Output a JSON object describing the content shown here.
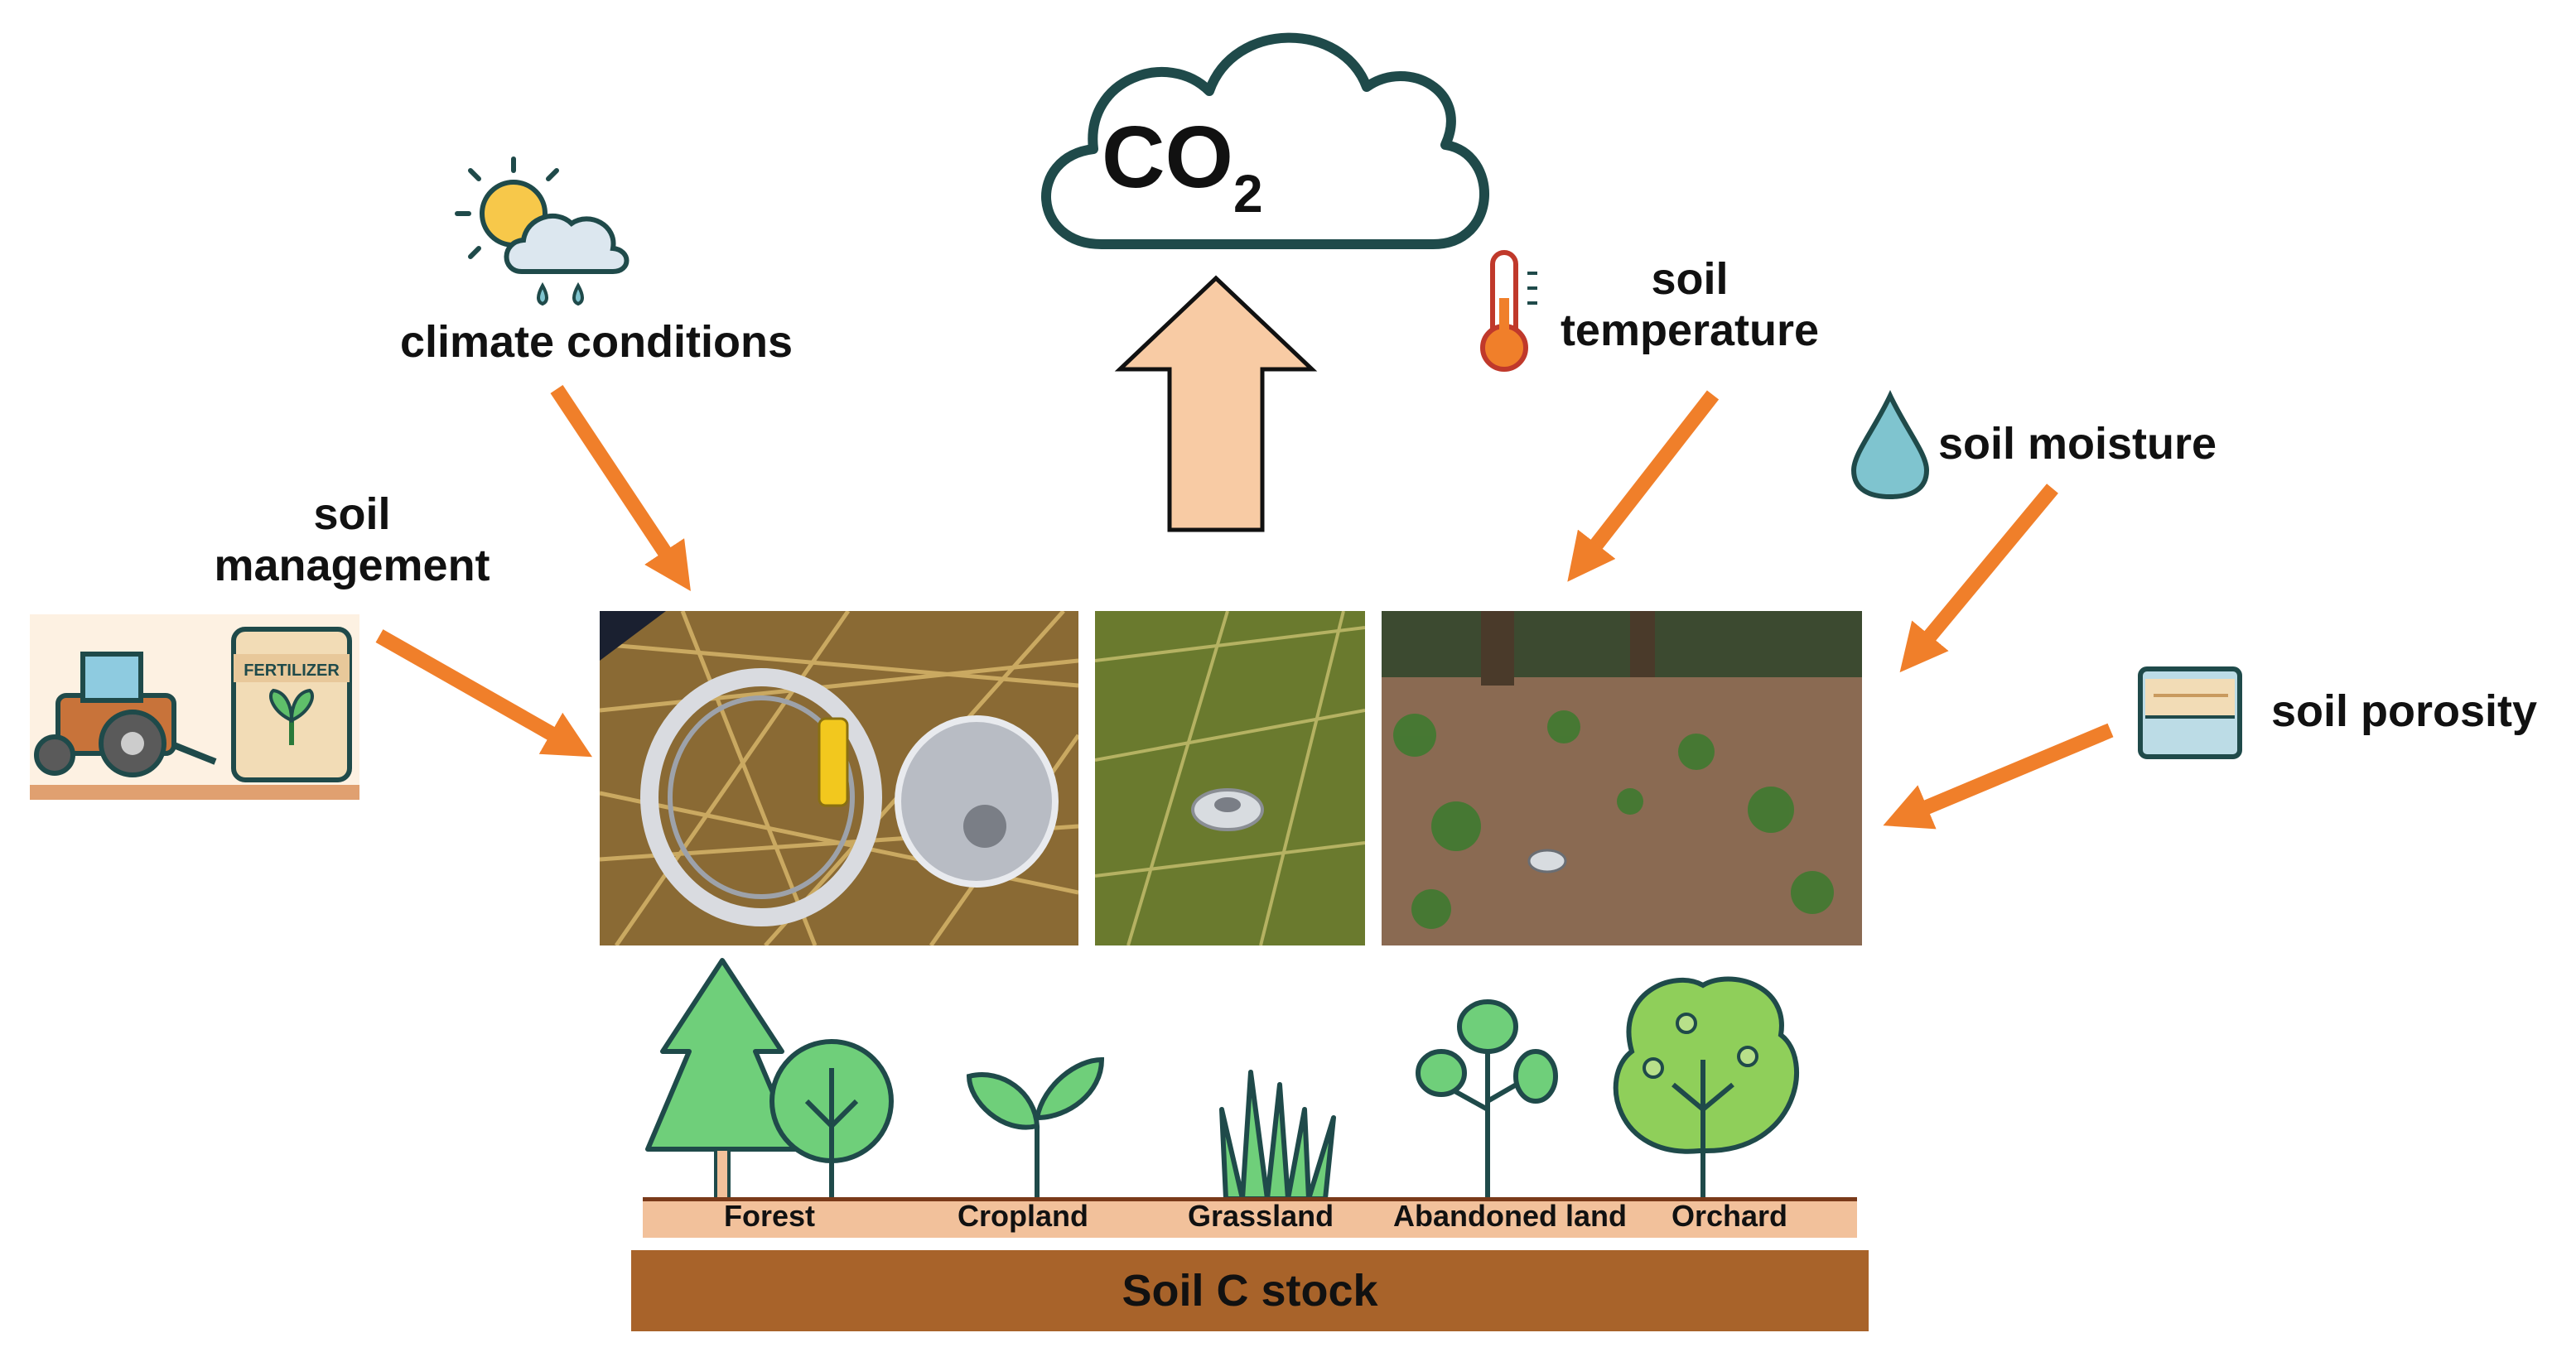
{
  "cloud": {
    "formula": "CO",
    "subscript": "2"
  },
  "drivers": {
    "climate": "climate conditions",
    "management_line1": "soil",
    "management_line2": "management",
    "temperature_line1": "soil",
    "temperature_line2": "temperature",
    "moisture": "soil moisture",
    "porosity": "soil porosity"
  },
  "icons": {
    "fertilizer_bag_text": "FERTILIZER"
  },
  "land_uses": [
    "Forest",
    "Cropland",
    "Grassland",
    "Abandoned land",
    "Orchard"
  ],
  "stock": {
    "label": "Soil C stock"
  },
  "colors": {
    "arrow_orange": "#f07f2a",
    "up_arrow_fill": "#f8cba4",
    "plant_green": "#6fcf7a",
    "ground_strip": "#f2c19b",
    "soil_bar": "#a8632a"
  }
}
